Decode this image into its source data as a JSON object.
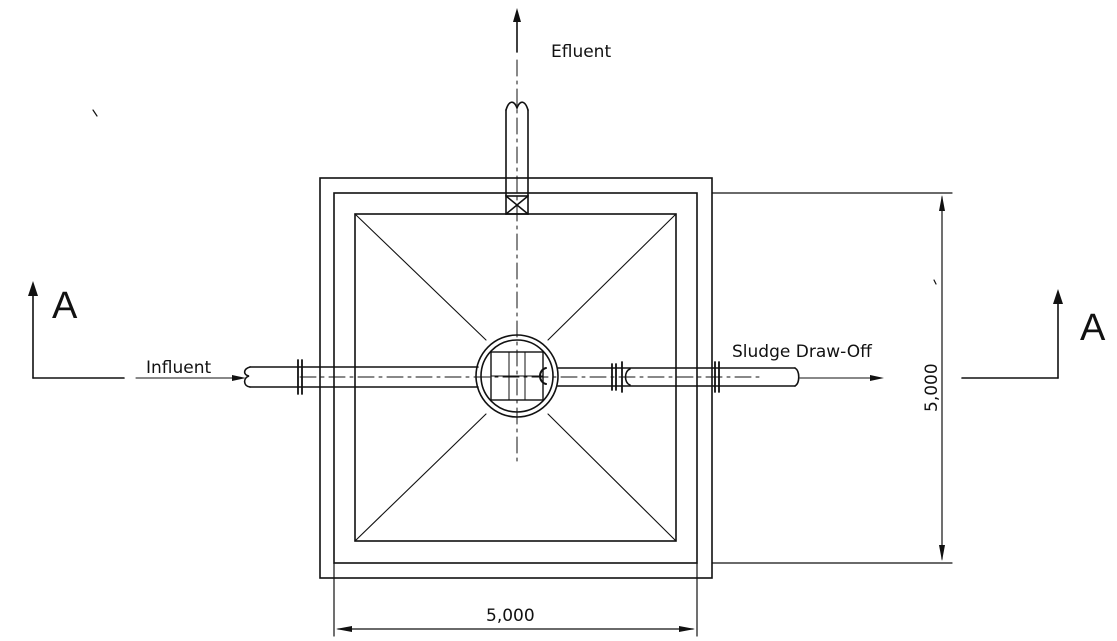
{
  "labels": {
    "effluent": "Efluent",
    "influent": "Influent",
    "sludge": "Sludge Draw-Off",
    "section_left": "A",
    "section_right": "A"
  },
  "dimensions": {
    "width": "5,000",
    "height": "5,000"
  },
  "colors": {
    "line": "#111111",
    "background": "#ffffff"
  }
}
